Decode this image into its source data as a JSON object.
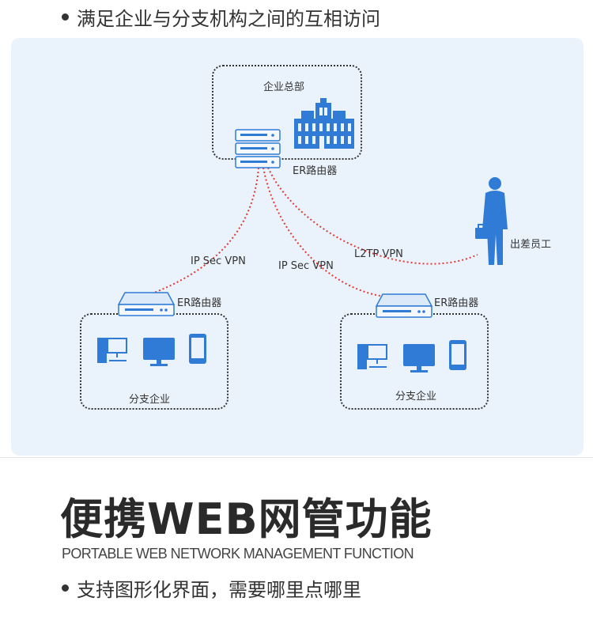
{
  "header": {
    "bullet_text": "满足企业与分支机构之间的互相访问"
  },
  "diagram": {
    "hq_label": "企业总部",
    "hq_router_label": "ER路由器",
    "branch_left": {
      "router_label": "ER路由器",
      "site_label": "分支企业"
    },
    "branch_right": {
      "router_label": "ER路由器",
      "site_label": "分支企业"
    },
    "traveler_label": "出差员工",
    "link_left_label": "IP Sec VPN",
    "link_right_label": "IP Sec VPN",
    "link_traveler_label": "L2TP VPN",
    "colors": {
      "panel_bg": "#eaf3fc",
      "link": "#e53935",
      "icon_blue": "#2f7bd6"
    }
  },
  "section": {
    "title": "便携WEB网管功能",
    "subtitle": "PORTABLE WEB NETWORK MANAGEMENT FUNCTION",
    "bullet_text": "支持图形化界面，需要哪里点哪里"
  }
}
